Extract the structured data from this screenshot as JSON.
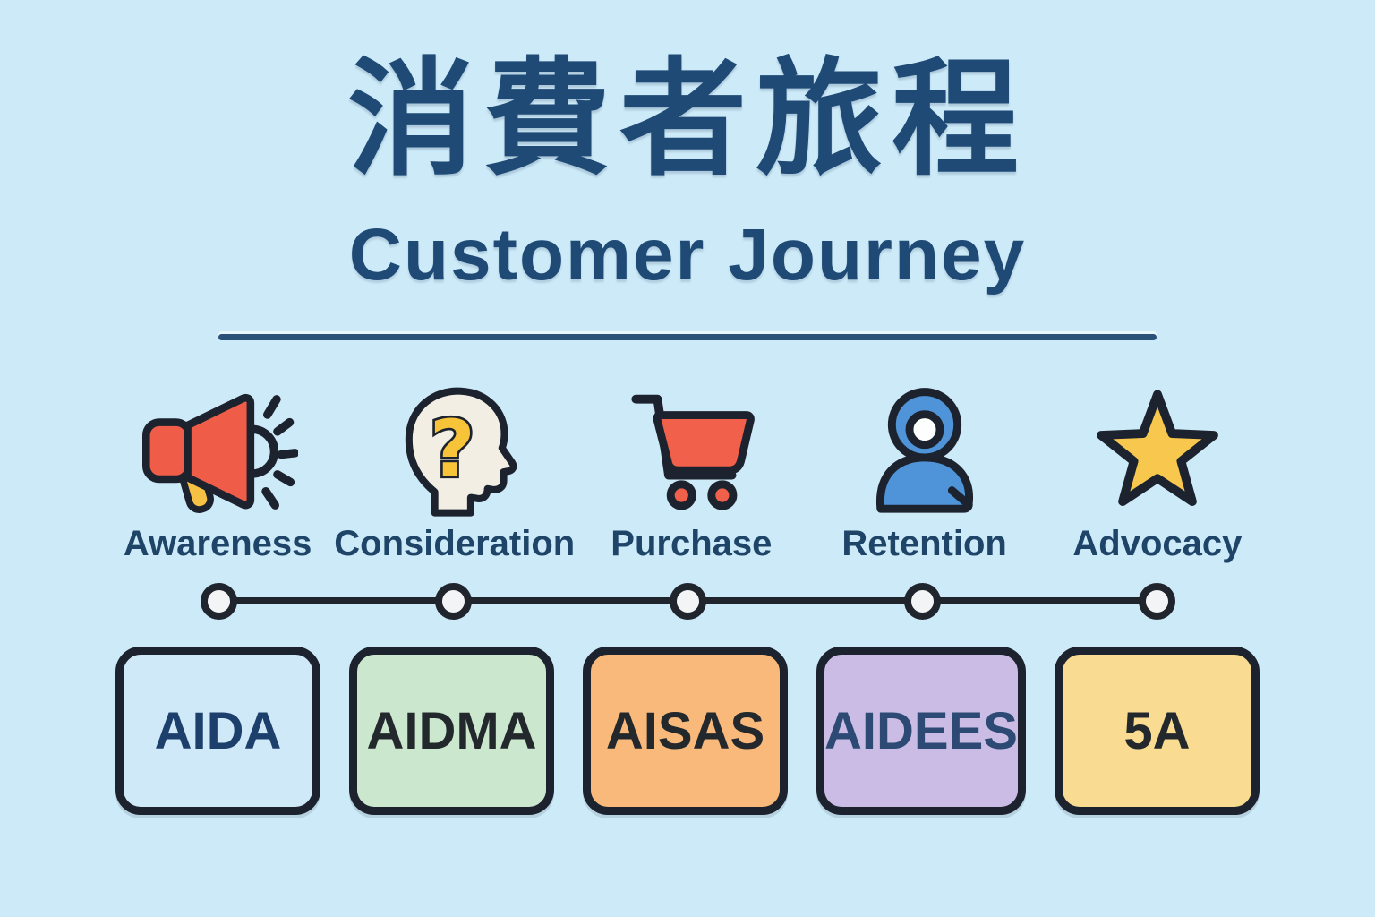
{
  "title": {
    "zh": "消費者旅程",
    "en": "Customer Journey"
  },
  "stages": [
    {
      "label": "Awareness",
      "icon": "megaphone-icon"
    },
    {
      "label": "Consideration",
      "icon": "thinking-head-icon"
    },
    {
      "label": "Purchase",
      "icon": "shopping-cart-icon"
    },
    {
      "label": "Retention",
      "icon": "person-icon"
    },
    {
      "label": "Advocacy",
      "icon": "star-icon"
    }
  ],
  "models": [
    {
      "name": "AIDA",
      "bg": "#cfe9f8",
      "text_color": "#1d3f6b"
    },
    {
      "name": "AIDMA",
      "bg": "#cbe7cd",
      "text_color": "#23282c"
    },
    {
      "name": "AISAS",
      "bg": "#f9b97b",
      "text_color": "#23282c"
    },
    {
      "name": "AIDEES",
      "bg": "#cabce5",
      "text_color": "#2c4a73"
    },
    {
      "name": "5A",
      "bg": "#f9dc92",
      "text_color": "#23282c"
    }
  ],
  "colors": {
    "background": "#cdeaf8",
    "title_navy": "#1e4a75",
    "label_navy": "#1e4468",
    "outline_black": "#1d232e",
    "divider_navy": "#2a5178",
    "megaphone_red": "#ef5c48",
    "megaphone_handle_yellow": "#f7c244",
    "head_cream": "#f2eee3",
    "question_mark_yellow": "#f6c339",
    "cart_red": "#f0604a",
    "person_blue": "#4f93d8",
    "star_yellow": "#f8c84e",
    "timeline_dot_fill": "#f3f4f6"
  }
}
